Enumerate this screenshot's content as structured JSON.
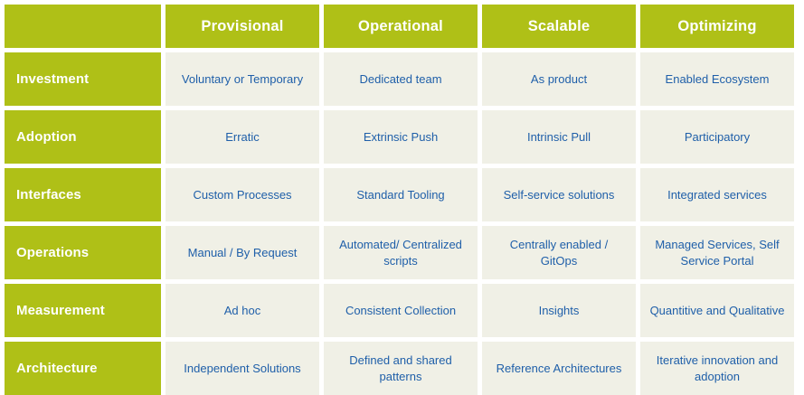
{
  "table": {
    "corner_label": "",
    "column_headers": [
      "Provisional",
      "Operational",
      "Scalable",
      "Optimizing"
    ],
    "row_labels": [
      "Investment",
      "Adoption",
      "Interfaces",
      "Operations",
      "Measurement",
      "Architecture"
    ],
    "rows": [
      {
        "label": "Investment",
        "cells": [
          "Voluntary or Temporary",
          "Dedicated team",
          "As product",
          "Enabled Ecosystem"
        ]
      },
      {
        "label": "Adoption",
        "cells": [
          "Erratic",
          "Extrinsic Push",
          "Intrinsic Pull",
          "Participatory"
        ]
      },
      {
        "label": "Interfaces",
        "cells": [
          "Custom Processes",
          "Standard Tooling",
          "Self-service solutions",
          "Integrated services"
        ]
      },
      {
        "label": "Operations",
        "cells": [
          "Manual / By Request",
          "Automated/ Centralized scripts",
          "Centrally enabled / GitOps",
          "Managed Services, Self Service Portal"
        ]
      },
      {
        "label": "Measurement",
        "cells": [
          "Ad hoc",
          "Consistent Collection",
          "Insights",
          "Quantitive and Qualitative"
        ]
      },
      {
        "label": "Architecture",
        "cells": [
          "Independent Solutions",
          "Defined and shared patterns",
          "Reference Architectures",
          "Iterative innovation and adoption"
        ]
      }
    ]
  },
  "colors": {
    "header_green": "#AFC017",
    "cell_beige": "#F0F0E6",
    "cell_text_blue": "#1F5FA9",
    "header_text": "#FFFFFF",
    "page_background": "#FFFFFF"
  }
}
